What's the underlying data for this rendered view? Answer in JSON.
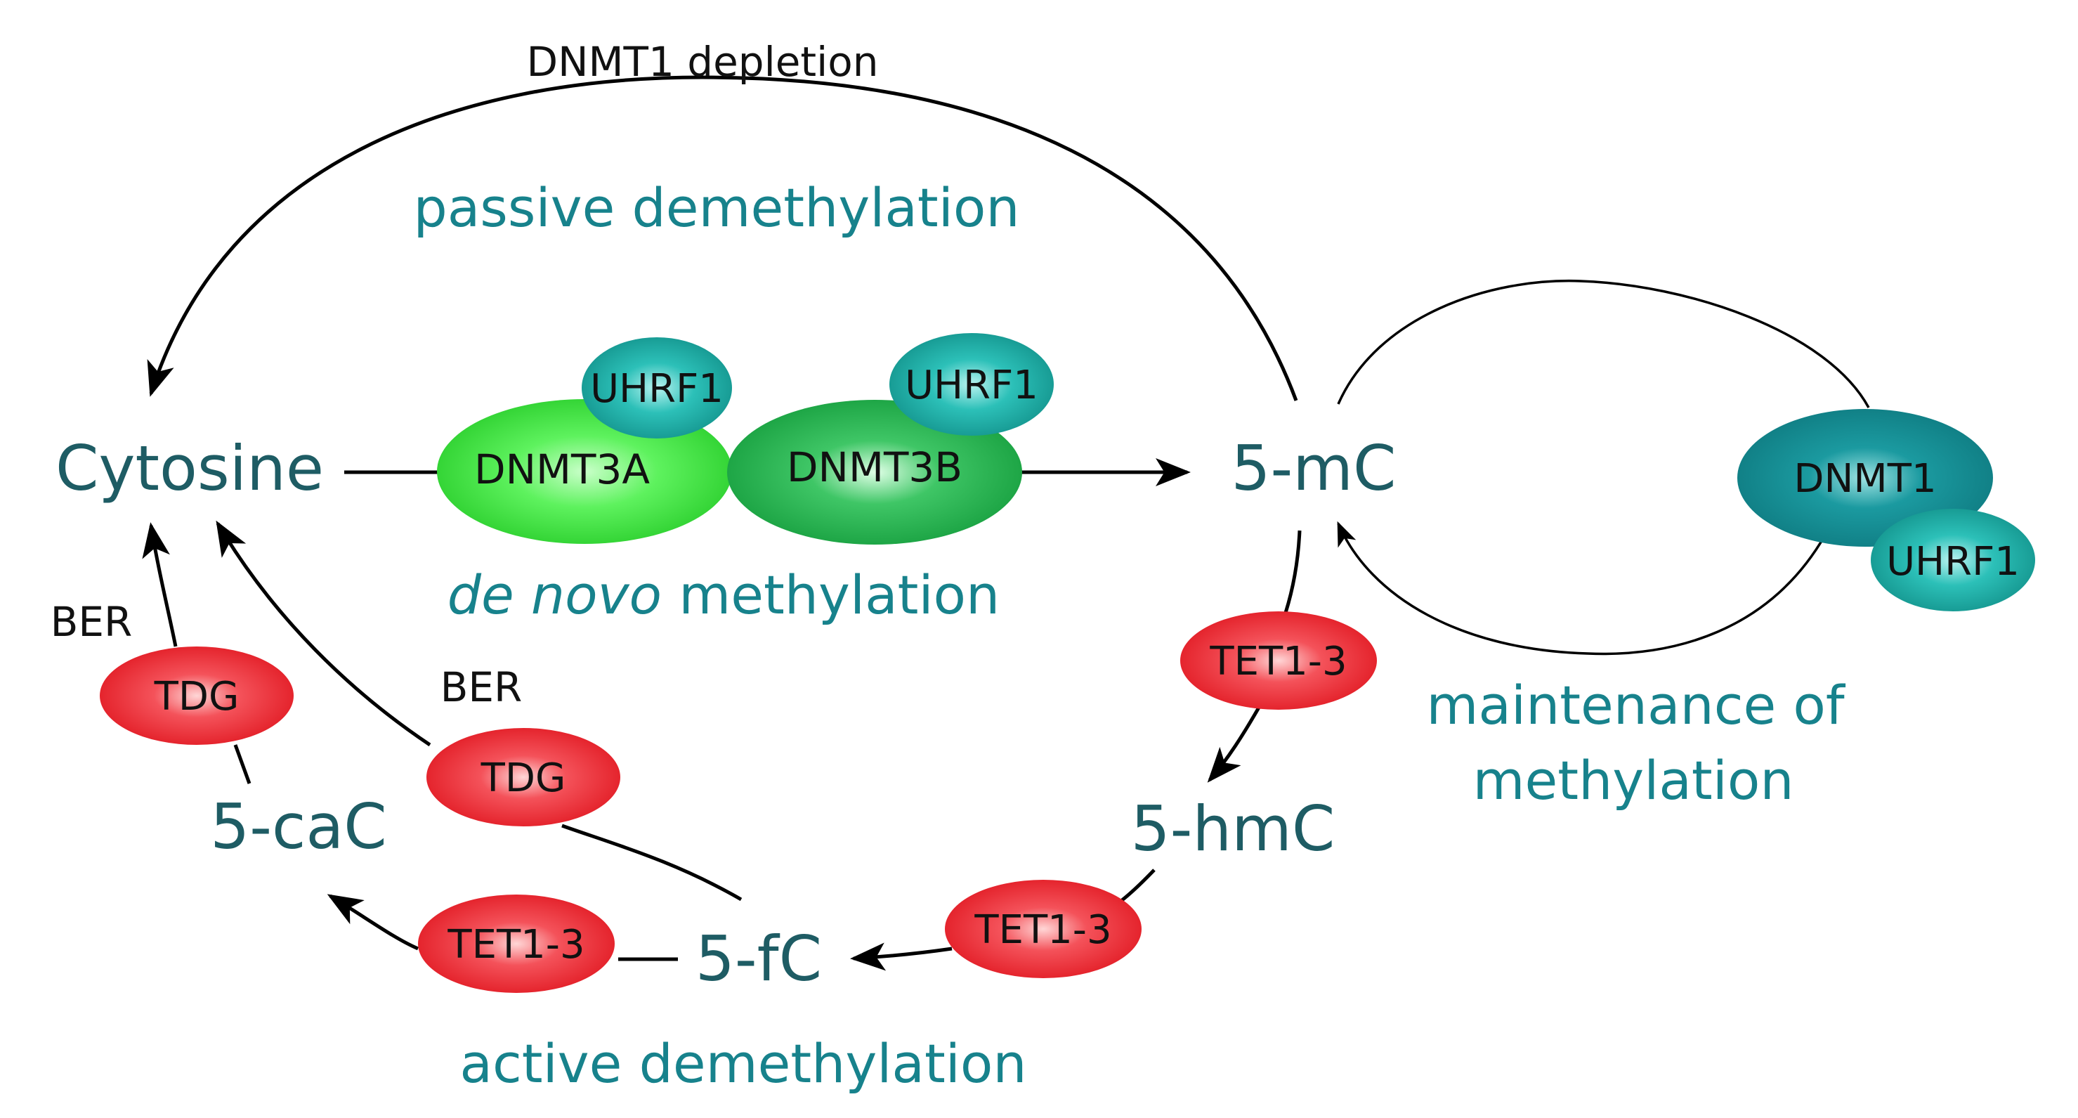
{
  "nodes": {
    "cytosine": "Cytosine",
    "five_mc": "5-mC",
    "five_hmc": "5-hmC",
    "five_fc": "5-fC",
    "five_cac": "5-caC"
  },
  "labels": {
    "dnmt1_depletion": "DNMT1 depletion",
    "passive_demethylation": "passive demethylation",
    "de_novo_italic": "de novo",
    "de_novo_rest": " methylation",
    "maintenance_line1": "maintenance of",
    "maintenance_line2": "methylation",
    "active_demethylation": "active demethylation",
    "ber_left": "BER",
    "ber_mid": "BER"
  },
  "enzymes": {
    "dnmt3a": "DNMT3A",
    "dnmt3b": "DNMT3B",
    "uhrf1_a": "UHRF1",
    "uhrf1_b": "UHRF1",
    "dnmt1": "DNMT1",
    "uhrf1_c": "UHRF1",
    "tet_1": "TET1-3",
    "tet_2": "TET1-3",
    "tet_3": "TET1-3",
    "tdg_left": "TDG",
    "tdg_mid": "TDG"
  },
  "colors": {
    "node_text": "#1e5c64",
    "process_text": "#17828c",
    "green_light": "#3fe84a",
    "green_dark": "#1aa83e",
    "teal": "#1a9a9f",
    "teal_dark": "#117e84",
    "red": "#f0323a"
  }
}
